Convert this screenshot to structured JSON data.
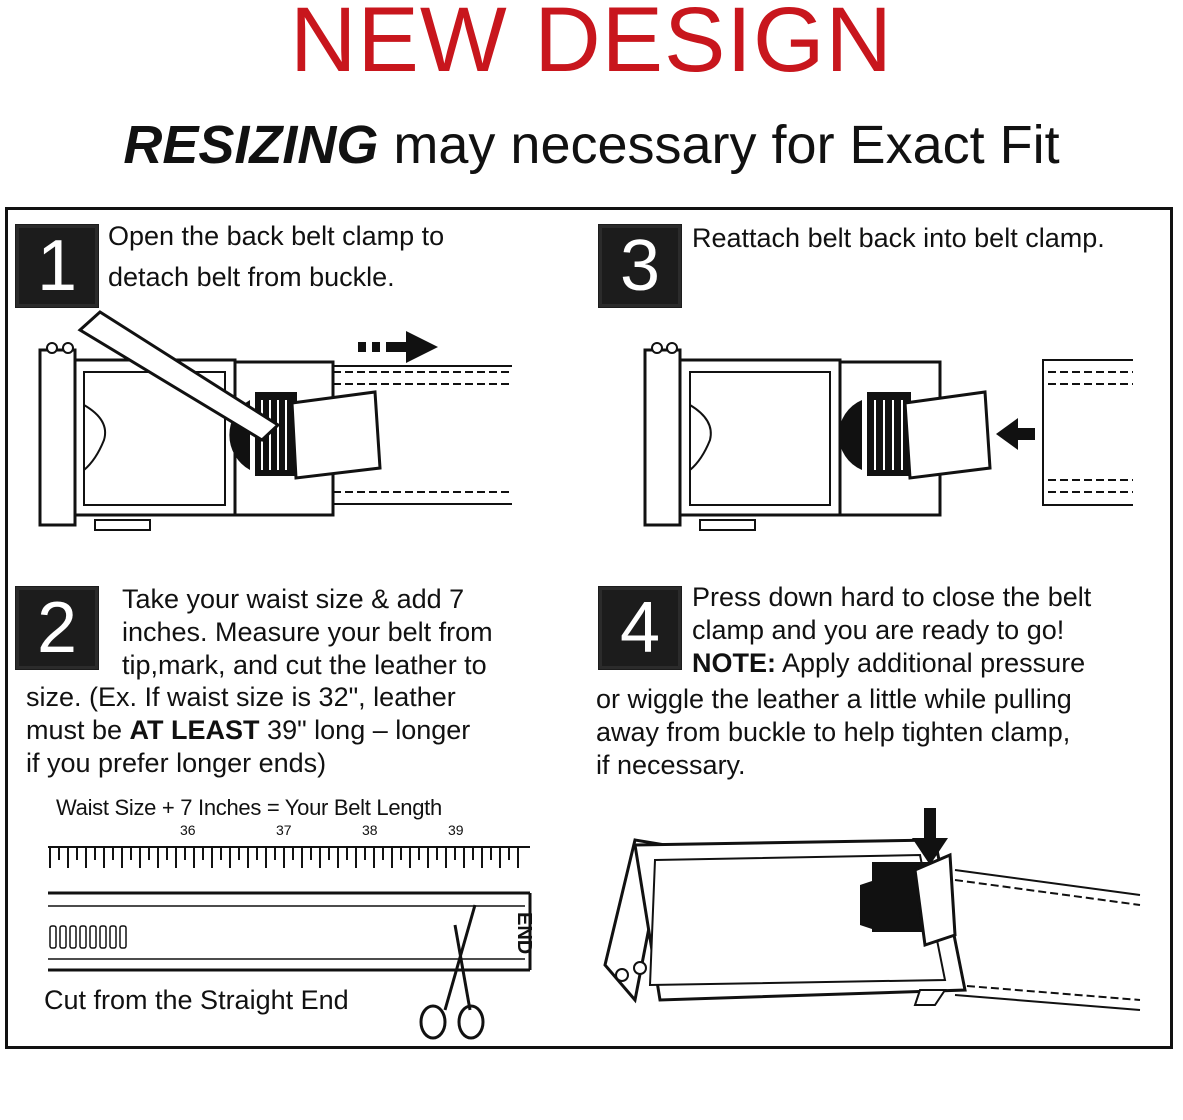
{
  "header": {
    "title": "NEW DESIGN",
    "sub_emphasis": "RESIZING",
    "sub_rest": " may necessary for Exact Fit"
  },
  "colors": {
    "title": "#c8161d",
    "step_box": "#1c1c1c",
    "ink": "#111111"
  },
  "steps": [
    {
      "number": "1",
      "lines": [
        "Open the back belt clamp to",
        "detach belt from buckle."
      ]
    },
    {
      "number": "2",
      "lines": [
        "Take your waist size & add 7",
        "inches.  Measure your belt from",
        "tip,mark, and cut the leather to"
      ],
      "continued": "size. (Ex. If waist size is 32\", leather",
      "line5_pre": "must be ",
      "line5_bold": "AT LEAST",
      "line5_post": " 39\" long – longer",
      "line6": "if you prefer longer ends)"
    },
    {
      "number": "3",
      "lines": [
        "Reattach belt back into belt clamp."
      ]
    },
    {
      "number": "4",
      "lines": [
        "Press down hard to close the belt",
        "clamp and you are ready to go!"
      ],
      "note_label": "NOTE:",
      "note_rest": " Apply additional pressure",
      "note_lines": [
        "or wiggle the leather a little while pulling",
        "away from buckle to help tighten clamp,",
        "if necessary."
      ]
    }
  ],
  "ruler": {
    "title": "Waist Size + 7 Inches = Your Belt Length",
    "ticks": [
      "36",
      "37",
      "38",
      "39"
    ],
    "end_label": "END",
    "cut_label": "Cut from the Straight End"
  },
  "icons": [
    "screwdriver-icon",
    "dashed-arrow-right-icon",
    "arrow-left-icon",
    "arrow-down-icon",
    "scissors-icon",
    "belt-buckle-illustration"
  ]
}
